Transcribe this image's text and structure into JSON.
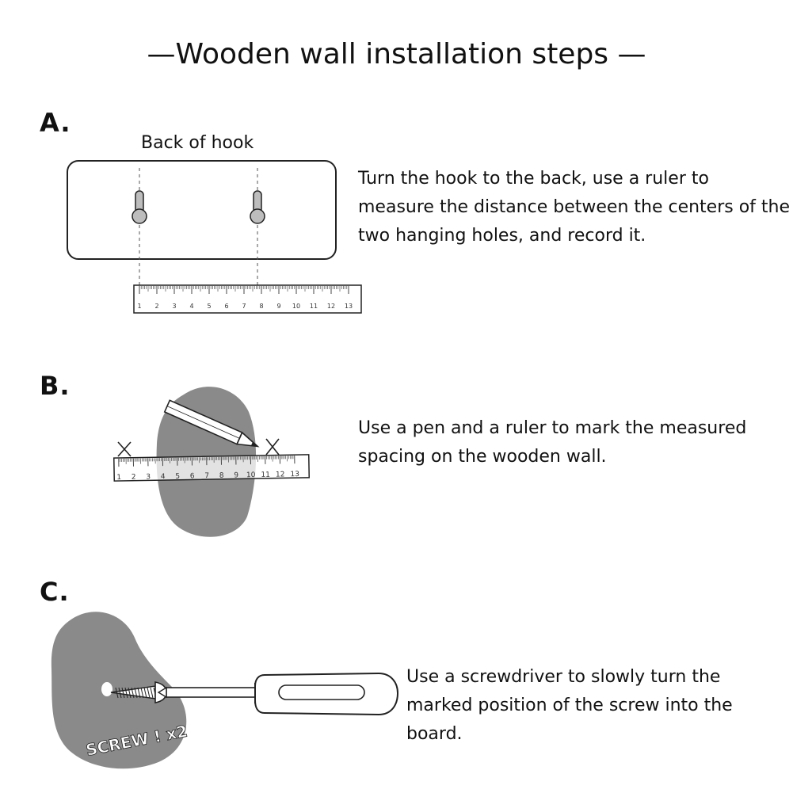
{
  "title": "—Wooden wall installation steps —",
  "steps": [
    {
      "letter": "A.",
      "label": "Back of hook",
      "description": "Turn the hook to the back, use a ruler to measure the distance between the centers of the two hanging holes, and record it.",
      "ruler_numbers": [
        "1",
        "2",
        "3",
        "4",
        "5",
        "6",
        "7",
        "8",
        "9",
        "10",
        "11",
        "12",
        "13"
      ]
    },
    {
      "letter": "B.",
      "description": "Use a pen and a ruler to mark the measured spacing on the wooden wall.",
      "ruler_numbers": [
        "1",
        "2",
        "3",
        "4",
        "5",
        "6",
        "7",
        "8",
        "9",
        "10",
        "11",
        "12",
        "13"
      ]
    },
    {
      "letter": "C.",
      "description": "Use a screwdriver to slowly turn the marked position of the screw into the board.",
      "screw_label": "SCREW ! x2"
    }
  ],
  "colors": {
    "wall": "#8a8a8a",
    "line": "#222222",
    "ruler": "#ffffff"
  }
}
